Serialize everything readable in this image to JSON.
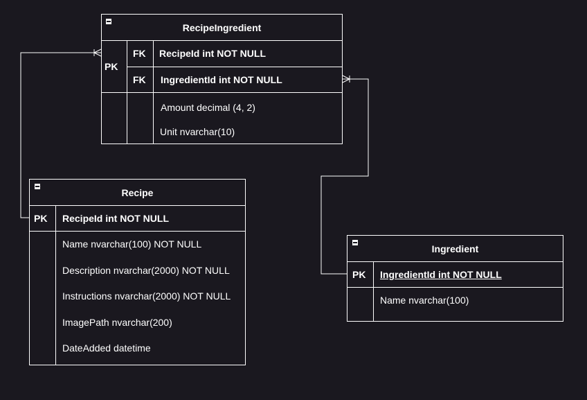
{
  "colors": {
    "background": "#1a181f",
    "stroke": "#ffffff",
    "text": "#ffffff"
  },
  "entities": {
    "recipe_ingredient": {
      "name": "RecipeIngredient",
      "key_pk": "PK",
      "key_fk1": "FK",
      "key_fk2": "FK",
      "fields": [
        "RecipeId int NOT NULL",
        "IngredientId int NOT NULL",
        "Amount decimal (4, 2)",
        "Unit nvarchar(10)"
      ]
    },
    "recipe": {
      "name": "Recipe",
      "key_pk": "PK",
      "fields": [
        "RecipeId int NOT NULL",
        "Name nvarchar(100) NOT NULL",
        "Description nvarchar(2000) NOT NULL",
        "Instructions nvarchar(2000) NOT NULL",
        "ImagePath nvarchar(200)",
        "DateAdded datetime"
      ]
    },
    "ingredient": {
      "name": "Ingredient",
      "key_pk": "PK",
      "fields": [
        "IngredientId int NOT NULL",
        "Name nvarchar(100)"
      ]
    }
  },
  "relationships": [
    {
      "from": "Recipe.RecipeId",
      "to": "RecipeIngredient.RecipeId",
      "notation": "one-to-many"
    },
    {
      "from": "Ingredient.IngredientId",
      "to": "RecipeIngredient.IngredientId",
      "notation": "one-to-many"
    }
  ]
}
